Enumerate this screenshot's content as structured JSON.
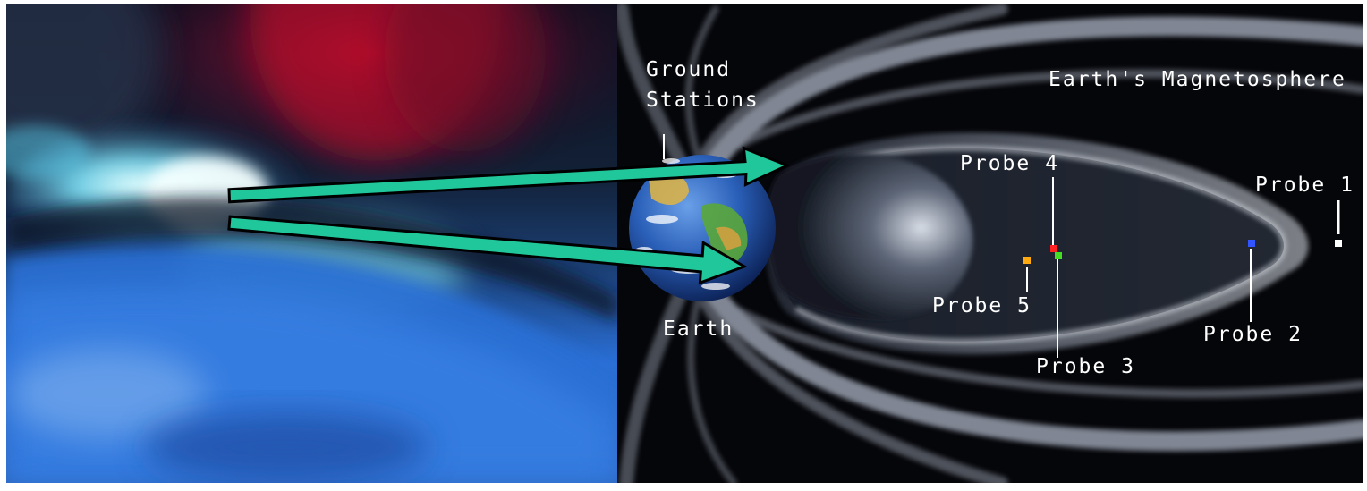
{
  "title": "Earth's Magnetosphere",
  "labels": {
    "ground_stations_line1": "Ground",
    "ground_stations_line2": "Stations",
    "earth": "Earth",
    "probe_1": "Probe 1",
    "probe_2": "Probe 2",
    "probe_3": "Probe 3",
    "probe_4": "Probe 4",
    "probe_5": "Probe 5"
  },
  "colors": {
    "arrow_fill": "#1fc79a",
    "arrow_outline": "#000000",
    "probe_1": "#ffffff",
    "probe_2": "#3355ff",
    "probe_3": "#44dd22",
    "probe_4": "#ff2222",
    "probe_5": "#ffaa11",
    "label_text": "#ffffff",
    "space_background": "#05060a",
    "magnetosphere_field": "#9aa3b4",
    "aurora_red": "#c0102e",
    "aurora_cyan": "#7fe9ff",
    "earth_blue": "#2a6fd6"
  }
}
